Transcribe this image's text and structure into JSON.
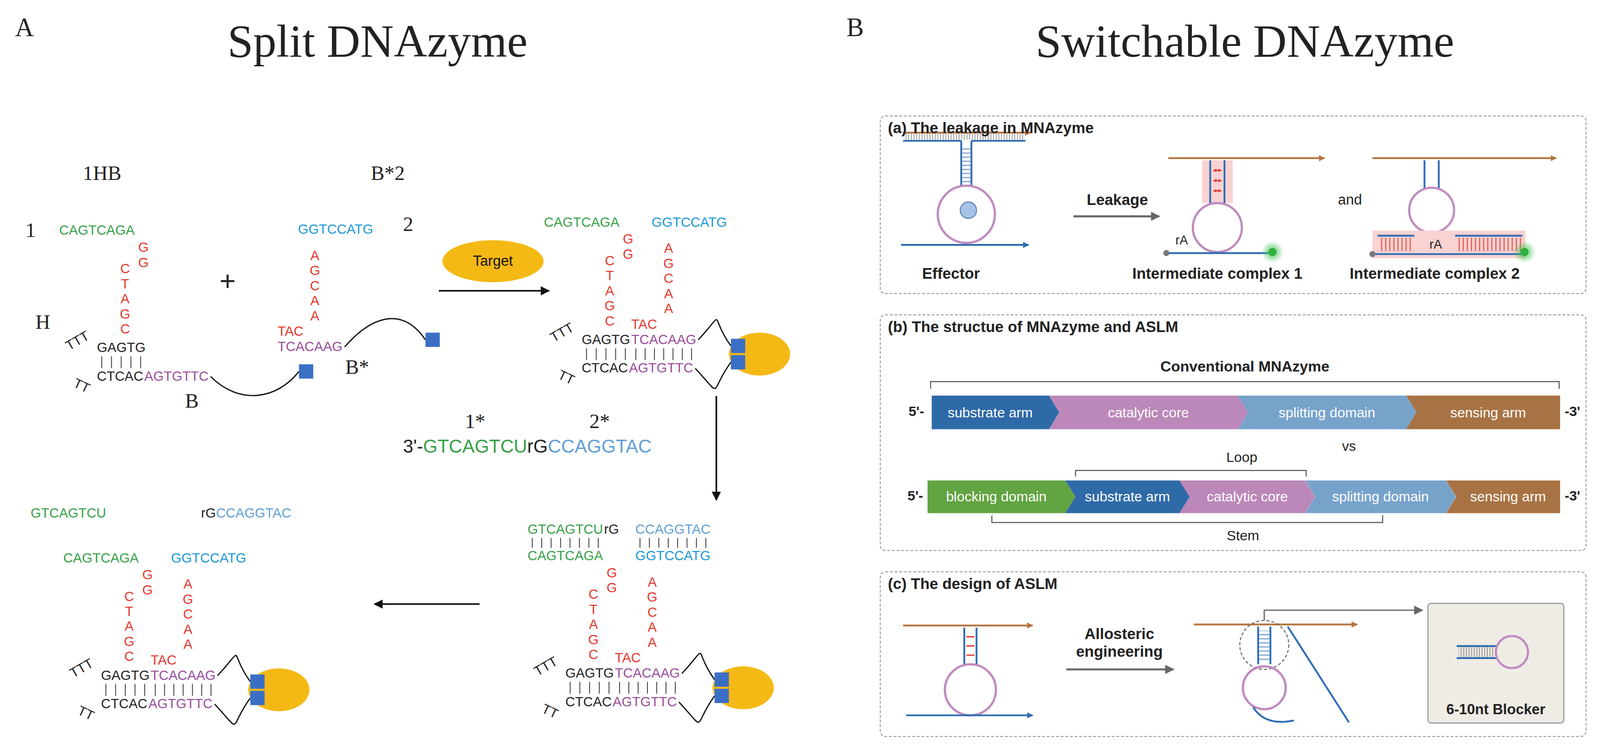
{
  "diagram": {
    "nodes": [
      {
        "text": [
          "Target"
        ]
      },
      {
        "text": [
          "(a) The leakage in MNAzyme"
        ]
      },
      {
        "text": [
          "(b) The structue of MNAzyme and ASLM"
        ]
      },
      {
        "text": [
          "substrate arm"
        ],
        "in": 2
      },
      {
        "text": [
          "catalytic core"
        ],
        "in": 2
      },
      {
        "text": [
          "splitting domain"
        ],
        "in": 2
      },
      {
        "text": [
          "sensing arm"
        ],
        "in": 2
      },
      {
        "text": [
          "blocking domain"
        ],
        "in": 2
      },
      {
        "text": [
          "substrate arm"
        ],
        "in": 2
      },
      {
        "text": [
          "catalytic core"
        ],
        "in": 2
      },
      {
        "text": [
          "splitting domain"
        ],
        "in": 2
      },
      {
        "text": [
          "sensing arm"
        ],
        "in": 2
      },
      {
        "text": [
          "(c) The design of ASLM"
        ]
      },
      {
        "text": [
          "6-10nt Blocker"
        ],
        "in": 12
      }
    ],
    "labels": [
      "A",
      "Split DNAzyme",
      "B",
      "Switchable DNAzyme",
      "1HB",
      "1",
      "CAGTCAGA",
      "GG",
      "CTAGC",
      "TTT",
      "GAGTG",
      "CTCAC",
      "TT",
      "AGTGTTC",
      "H",
      "B",
      "B*2",
      "2",
      "GGTCCATG",
      "AGCAA",
      "TAC",
      "TCACAAG",
      "B*",
      "+",
      "CAGTCAGA",
      "GG",
      "CTAGC",
      "TTT",
      "GAGTG",
      "CTCAC",
      "TT",
      "AGTGTTC",
      "GGTCCATG",
      "AGCAA",
      "TAC",
      "TCACAAG",
      "1*",
      "2*",
      "3'-",
      "GTCAGTCU",
      "rG",
      "CCAGGTAC",
      "GTCAGTCU",
      "rG",
      "CCAGGTAC",
      "CAGTCAGA",
      "GG",
      "CTAGC",
      "TTT",
      "GAGTG",
      "CTCAC",
      "TT",
      "AGTGTTC",
      "GGTCCATG",
      "AGCAA",
      "TAC",
      "TCACAAG",
      "GTCAGTCU",
      "rG",
      "CCAGGTAC",
      "CAGTCAGA",
      "GG",
      "CTAGC",
      "TTT",
      "GAGTG",
      "CTCAC",
      "TT",
      "AGTGTTC",
      "GGTCCATG",
      "AGCAA",
      "TAC",
      "TCACAAG",
      "Effector",
      "Leakage",
      "rA",
      "Intermediate complex 1",
      "and",
      "rA",
      "Intermediate complex 2",
      "Conventional MNAzyme",
      "5'-",
      "-3'",
      "vs",
      "Loop",
      "5'-",
      "-3'",
      "Stem",
      "Allosteric engineering"
    ]
  }
}
